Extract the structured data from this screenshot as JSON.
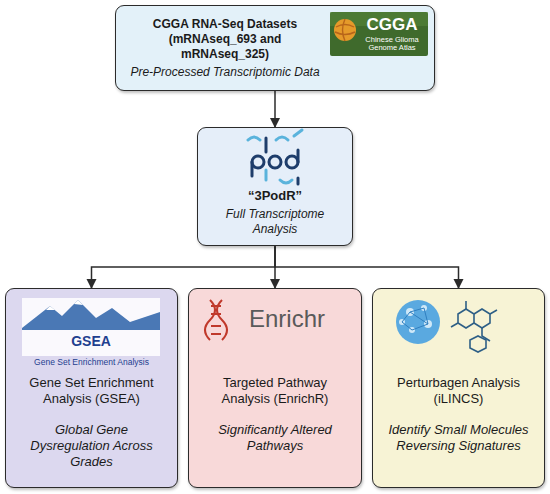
{
  "diagram": {
    "nodes": [
      {
        "text": [
          "CGGA RNA-Seq Datasets (mRNAseq_693 and mRNAseq_325)",
          "Pre-Processed Transcriptomic Data"
        ]
      },
      {
        "text": [
          "“3PodR”",
          "Full Transcriptome Analysis"
        ]
      },
      {
        "text": [
          "Gene Set Enrichment Analysis (GSEA)",
          "Global Gene Dysregulation Across Grades"
        ]
      },
      {
        "text": [
          "Targeted Pathway Analysis (EnrichR)",
          "Significantly Altered Pathways"
        ]
      },
      {
        "text": [
          "Perturbagen Analysis (iLINCS)",
          "Identify Small Molecules Reversing Signatures"
        ]
      }
    ],
    "edges": [
      {
        "from": 0,
        "to": 1,
        "arrow": "to"
      },
      {
        "from": 1,
        "to": 2,
        "arrow": "to"
      },
      {
        "from": 1,
        "to": 3,
        "arrow": "to"
      },
      {
        "from": 1,
        "to": 4,
        "arrow": "to"
      }
    ],
    "labels": [
      "CGGA",
      "Chinese Glioma Genome Atlas",
      "GSEA",
      "Gene Set Enrichment Analysis",
      "Enrichr"
    ]
  }
}
